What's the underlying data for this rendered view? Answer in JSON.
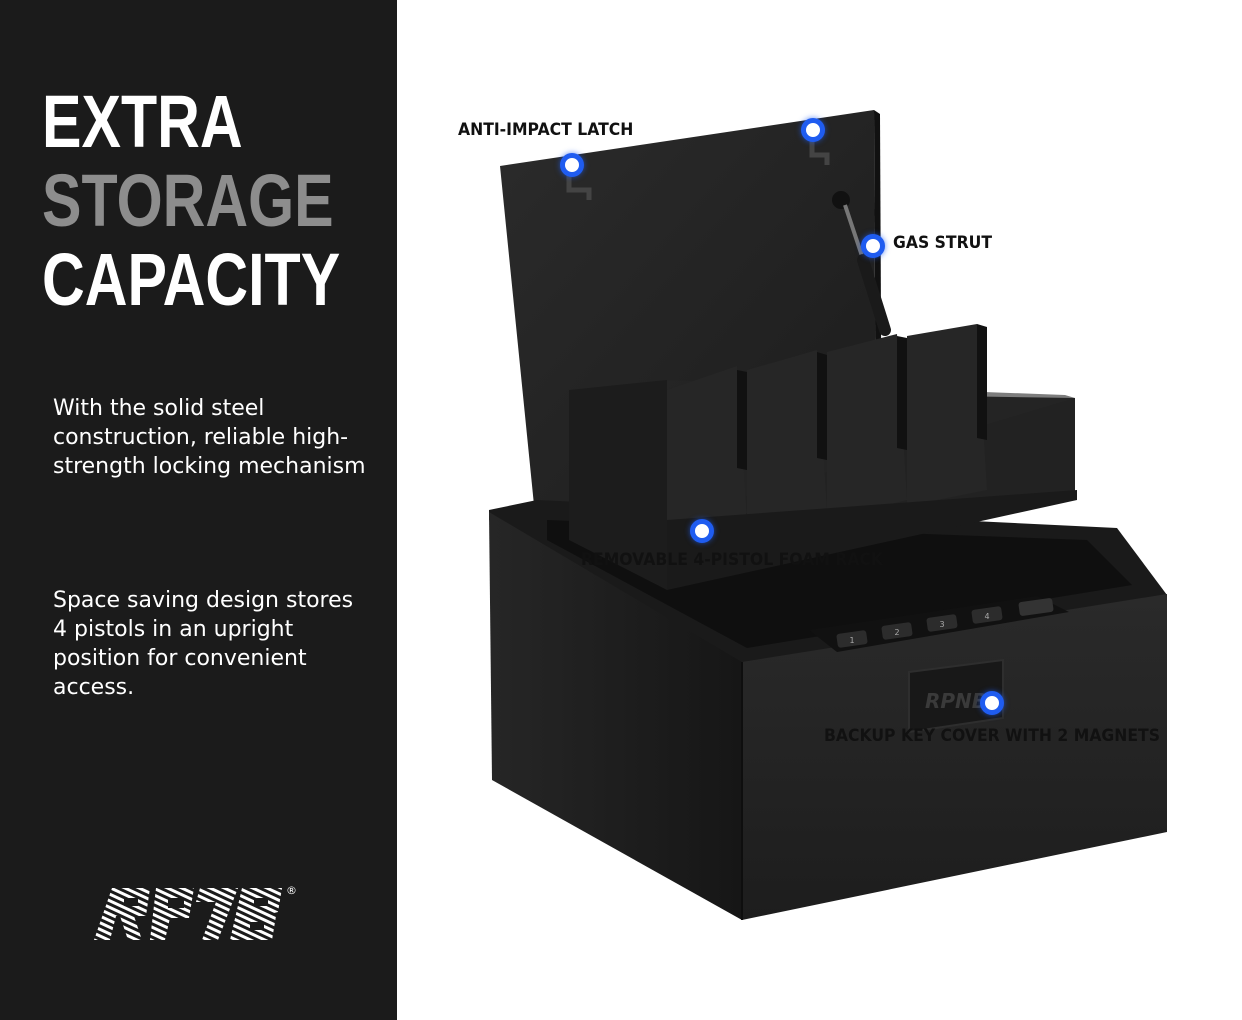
{
  "headline": {
    "line1": "EXTRA",
    "line2": "STORAGE",
    "line3": "CAPACITY"
  },
  "paragraphs": {
    "p1": "With the solid steel construction, reliable high-strength locking mechanism",
    "p2": "Space saving design stores 4 pistols in an upright position for convenient access."
  },
  "brand": {
    "logo_text": "RPNB",
    "registered_mark": "®"
  },
  "callouts": {
    "latch": "ANTI-IMPACT LATCH",
    "strut": "GAS STRUT",
    "foam": "REMOVABLE 4-PISTOL FOAM RACK",
    "key_cover": "BACKUP KEY COVER WITH 2 MAGNETS"
  },
  "keypad": {
    "keys": [
      "1",
      "2",
      "3",
      "4"
    ]
  },
  "colors": {
    "panel": "#1b1b1b",
    "accent_dot": "#1f5cf0",
    "headline_gray": "#8d8d8d"
  }
}
